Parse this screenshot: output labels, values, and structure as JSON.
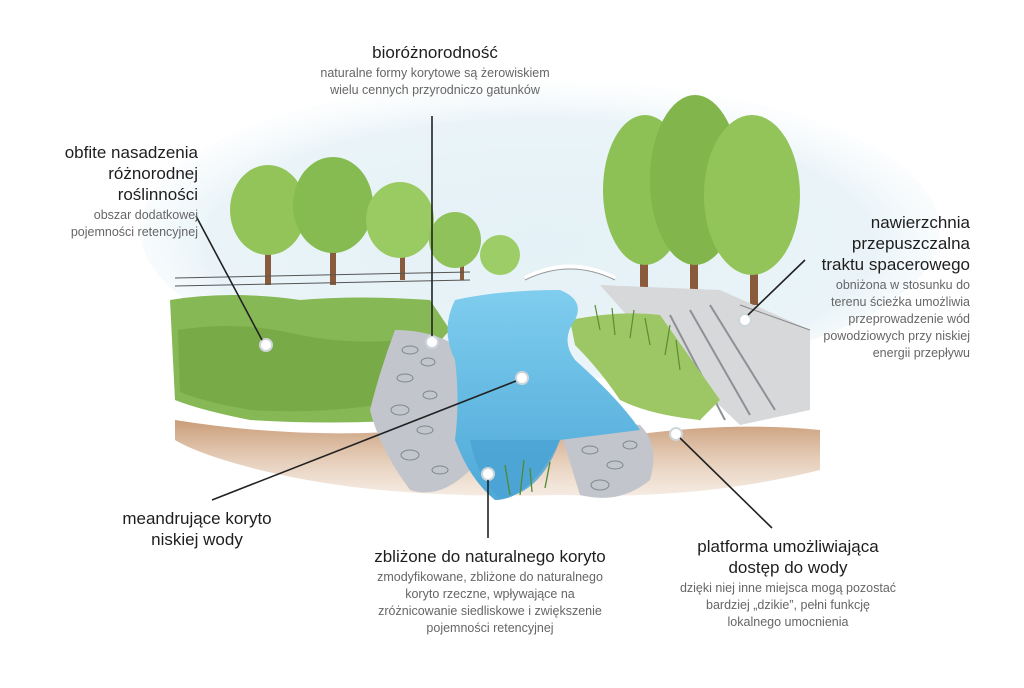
{
  "labels": {
    "bio": {
      "title": [
        "bioróżnorodność"
      ],
      "desc": [
        "naturalne formy korytowe są żerowiskiem",
        "wielu cennych przyrodniczo gatunków"
      ]
    },
    "vegetation": {
      "title": [
        "obfite nasadzenia",
        "różnorodnej",
        "roślinności"
      ],
      "desc": [
        "obszar dodatkowej",
        "pojemności retencyjnej"
      ]
    },
    "surface": {
      "title": [
        "nawierzchnia",
        "przepuszczalna",
        "traktu spacerowego"
      ],
      "desc": [
        "obniżona w stosunku do",
        "terenu ścieżka umożliwia",
        "przeprowadzenie wód",
        "powodziowych przy niskiej",
        "energii przepływu"
      ]
    },
    "meander": {
      "title": [
        "meandrujące koryto",
        "niskiej wody"
      ],
      "desc": []
    },
    "natural": {
      "title": [
        "zbliżone do naturalnego koryto"
      ],
      "desc": [
        "zmodyfikowane, zbliżone do naturalnego",
        "koryto rzeczne, wpływające na",
        "zróżnicowanie siedliskowe i zwiększenie",
        "pojemności retencyjnej"
      ]
    },
    "platform": {
      "title": [
        "platforma umożliwiająca",
        "dostęp do wody"
      ],
      "desc": [
        "dzięki niej inne miejsca mogą pozostać",
        "bardziej „dzikie”, pełni funkcję",
        "lokalnego umocnienia"
      ]
    }
  },
  "colors": {
    "water": "#6ec3e6",
    "water_dark": "#4aa9d6",
    "grass": "#9cc764",
    "grass_dark": "#6f9f3e",
    "tree": "#8fc25a",
    "trunk": "#8a5a3c",
    "soil": "#c79a74",
    "stone": "#b8bcc2",
    "path": "#cfd2d4",
    "sky": "#dcecf3",
    "leader": "#222222"
  }
}
